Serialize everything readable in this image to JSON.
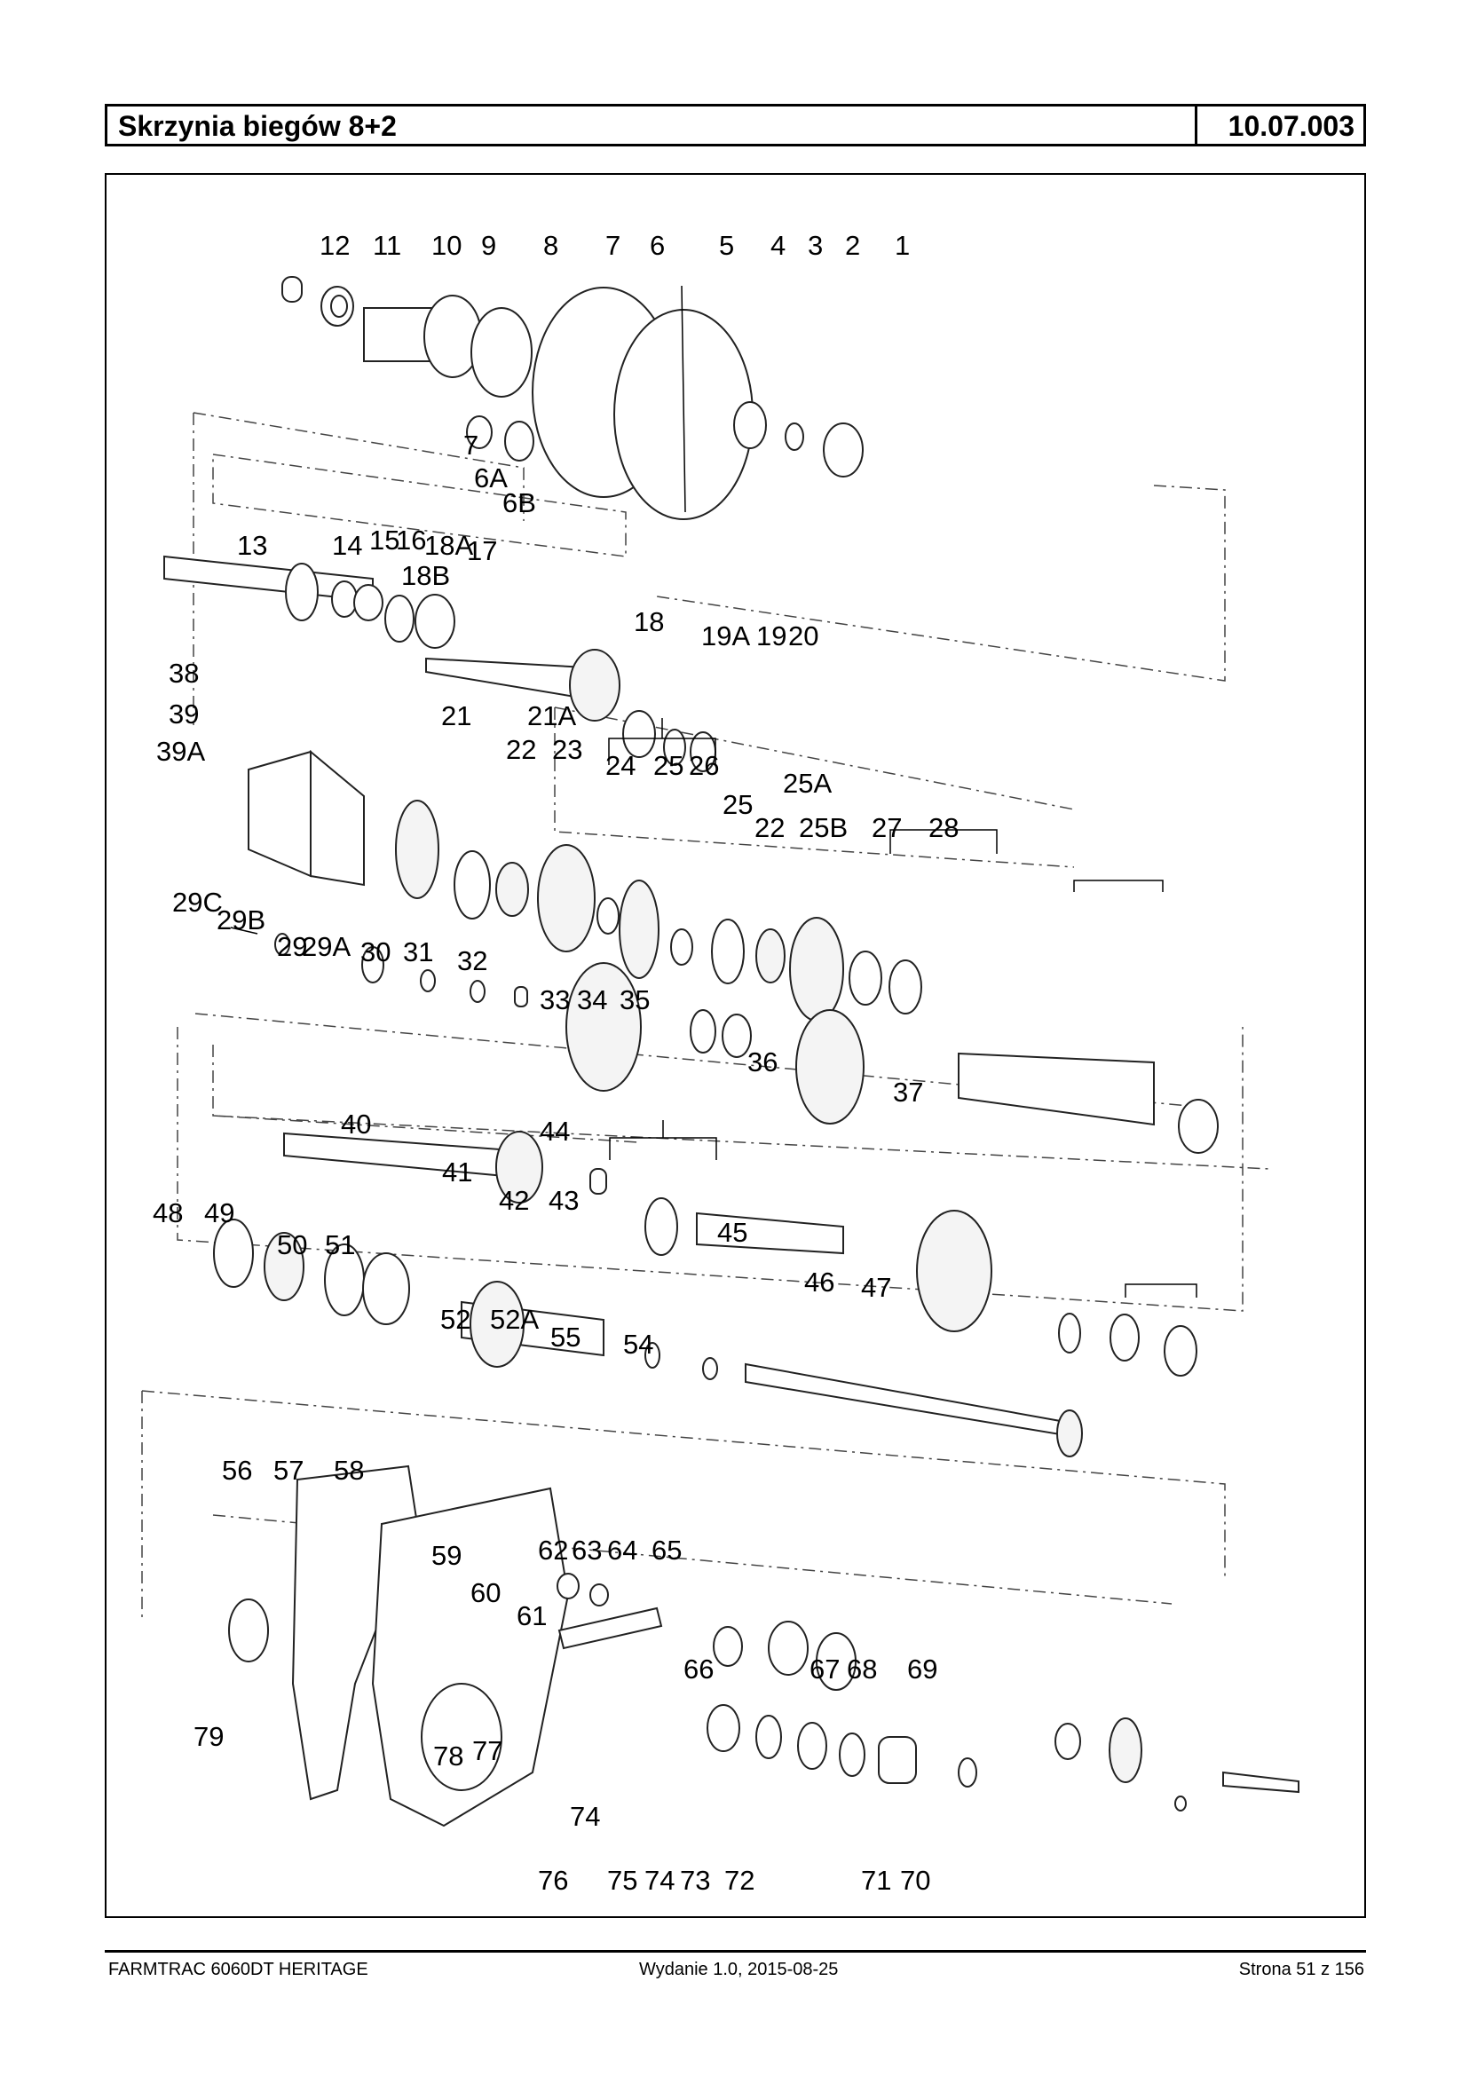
{
  "header": {
    "title": "Skrzynia biegów 8+2",
    "code": "10.07.003"
  },
  "figure": {
    "labels": [
      {
        "id": "l12",
        "text": "12"
      },
      {
        "id": "l11",
        "text": "11"
      },
      {
        "id": "l10",
        "text": "10"
      },
      {
        "id": "l9",
        "text": "9"
      },
      {
        "id": "l8",
        "text": "8"
      },
      {
        "id": "l7a",
        "text": "7"
      },
      {
        "id": "l6",
        "text": "6"
      },
      {
        "id": "l5",
        "text": "5"
      },
      {
        "id": "l4",
        "text": "4"
      },
      {
        "id": "l3",
        "text": "3"
      },
      {
        "id": "l2",
        "text": "2"
      },
      {
        "id": "l1",
        "text": "1"
      },
      {
        "id": "l7b",
        "text": "7"
      },
      {
        "id": "l6A",
        "text": "6A"
      },
      {
        "id": "l6B",
        "text": "6B"
      },
      {
        "id": "l13",
        "text": "13"
      },
      {
        "id": "l14",
        "text": "14"
      },
      {
        "id": "l15",
        "text": "15"
      },
      {
        "id": "l16",
        "text": "16"
      },
      {
        "id": "l18A",
        "text": "18A"
      },
      {
        "id": "l17",
        "text": "17"
      },
      {
        "id": "l18B",
        "text": "18B"
      },
      {
        "id": "l18",
        "text": "18"
      },
      {
        "id": "l19A",
        "text": "19A"
      },
      {
        "id": "l19",
        "text": "19"
      },
      {
        "id": "l20",
        "text": "20"
      },
      {
        "id": "l38",
        "text": "38"
      },
      {
        "id": "l39",
        "text": "39"
      },
      {
        "id": "l39A",
        "text": "39A"
      },
      {
        "id": "l21",
        "text": "21"
      },
      {
        "id": "l21A",
        "text": "21A"
      },
      {
        "id": "l22a",
        "text": "22"
      },
      {
        "id": "l23",
        "text": "23"
      },
      {
        "id": "l24",
        "text": "24"
      },
      {
        "id": "l25a",
        "text": "25"
      },
      {
        "id": "l26",
        "text": "26"
      },
      {
        "id": "l25b",
        "text": "25"
      },
      {
        "id": "l25A",
        "text": "25A"
      },
      {
        "id": "l22b",
        "text": "22"
      },
      {
        "id": "l25B",
        "text": "25B"
      },
      {
        "id": "l27",
        "text": "27"
      },
      {
        "id": "l28",
        "text": "28"
      },
      {
        "id": "l29C",
        "text": "29C"
      },
      {
        "id": "l29B",
        "text": "29B"
      },
      {
        "id": "l29",
        "text": "29"
      },
      {
        "id": "l29A",
        "text": "29A"
      },
      {
        "id": "l30",
        "text": "30"
      },
      {
        "id": "l31",
        "text": "31"
      },
      {
        "id": "l32",
        "text": "32"
      },
      {
        "id": "l33",
        "text": "33"
      },
      {
        "id": "l34",
        "text": "34"
      },
      {
        "id": "l35",
        "text": "35"
      },
      {
        "id": "l36",
        "text": "36"
      },
      {
        "id": "l37",
        "text": "37"
      },
      {
        "id": "l40",
        "text": "40"
      },
      {
        "id": "l41",
        "text": "41"
      },
      {
        "id": "l44",
        "text": "44"
      },
      {
        "id": "l42",
        "text": "42"
      },
      {
        "id": "l43",
        "text": "43"
      },
      {
        "id": "l48",
        "text": "48"
      },
      {
        "id": "l49",
        "text": "49"
      },
      {
        "id": "l50",
        "text": "50"
      },
      {
        "id": "l51",
        "text": "51"
      },
      {
        "id": "l45",
        "text": "45"
      },
      {
        "id": "l46",
        "text": "46"
      },
      {
        "id": "l47",
        "text": "47"
      },
      {
        "id": "l52",
        "text": "52"
      },
      {
        "id": "l52A",
        "text": "52A"
      },
      {
        "id": "l55",
        "text": "55"
      },
      {
        "id": "l54",
        "text": "54"
      },
      {
        "id": "l56",
        "text": "56"
      },
      {
        "id": "l57",
        "text": "57"
      },
      {
        "id": "l58",
        "text": "58"
      },
      {
        "id": "l59",
        "text": "59"
      },
      {
        "id": "l60",
        "text": "60"
      },
      {
        "id": "l61",
        "text": "61"
      },
      {
        "id": "l62",
        "text": "62"
      },
      {
        "id": "l63",
        "text": "63"
      },
      {
        "id": "l64",
        "text": "64"
      },
      {
        "id": "l65",
        "text": "65"
      },
      {
        "id": "l66",
        "text": "66"
      },
      {
        "id": "l67",
        "text": "67"
      },
      {
        "id": "l68",
        "text": "68"
      },
      {
        "id": "l69",
        "text": "69"
      },
      {
        "id": "l79",
        "text": "79"
      },
      {
        "id": "l78",
        "text": "78"
      },
      {
        "id": "l77",
        "text": "77"
      },
      {
        "id": "l74a",
        "text": "74"
      },
      {
        "id": "l76",
        "text": "76"
      },
      {
        "id": "l75",
        "text": "75"
      },
      {
        "id": "l74b",
        "text": "74"
      },
      {
        "id": "l73",
        "text": "73"
      },
      {
        "id": "l72",
        "text": "72"
      },
      {
        "id": "l71",
        "text": "71"
      },
      {
        "id": "l70",
        "text": "70"
      }
    ]
  },
  "footer": {
    "model": "FARMTRAC 6060DT HERITAGE",
    "edition": "Wydanie 1.0,  2015-08-25",
    "page": "Strona 51 z 156"
  }
}
